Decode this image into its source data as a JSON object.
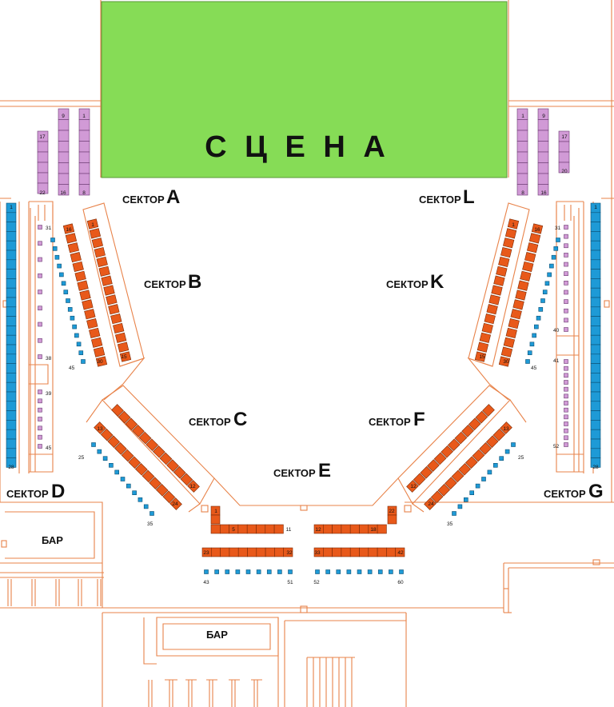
{
  "stage": {
    "label": "С Ц Е Н А",
    "color": "#86dc56"
  },
  "sectors": {
    "A": {
      "word": "СЕКТОР",
      "letter": "A"
    },
    "B": {
      "word": "СЕКТОР",
      "letter": "B"
    },
    "C": {
      "word": "СЕКТОР",
      "letter": "C"
    },
    "D": {
      "word": "СЕКТОР",
      "letter": "D"
    },
    "E": {
      "word": "СЕКТОР",
      "letter": "E"
    },
    "F": {
      "word": "СЕКТОР",
      "letter": "F"
    },
    "G": {
      "word": "СЕКТОР",
      "letter": "G"
    },
    "K": {
      "word": "СЕКТОР",
      "letter": "K"
    },
    "L": {
      "word": "СЕКТОР",
      "letter": "L"
    }
  },
  "bars": {
    "left": "БАР",
    "bottom": "БАР"
  },
  "seat_labels": {
    "a_col1_top": "17",
    "a_col1_bot": "22",
    "a_col2_top": "9",
    "a_col2_bot": "16",
    "a_col3_top": "1",
    "a_col3_bot": "8",
    "l_col1_top": "1",
    "l_col1_bot": "8",
    "l_col2_top": "9",
    "l_col2_bot": "16",
    "l_col3_top": "17",
    "l_col3_bot": "20",
    "d_blue_top": "1",
    "d_blue_bot": "28",
    "g_blue_top": "1",
    "g_blue_bot": "28",
    "d_p_31": "31",
    "d_p_38": "38",
    "d_p_39": "39",
    "d_p_45": "45",
    "g_p_31": "31",
    "g_p_40": "40",
    "g_p_41": "41",
    "g_p_52": "52",
    "b_r1_top": "1",
    "b_r1_bot": "15",
    "b_r2_top": "16",
    "b_r2_bot": "30",
    "b_dots_end": "45",
    "k_r1_top": "1",
    "k_r1_bot": "15",
    "k_r2_top": "16",
    "k_r2_bot": "30",
    "k_dots_end": "45",
    "c_r1_bot": "12",
    "c_r2_top": "13",
    "c_r2_bot": "24",
    "c_dots_start": "25",
    "c_dots_end": "35",
    "f_r1_bot": "12",
    "f_r2_top": "13",
    "f_r2_bot": "24",
    "f_dots_start": "25",
    "f_dots_end": "35",
    "e_1": "1",
    "e_5": "5",
    "e_11": "11",
    "e_12": "12",
    "e_18": "18",
    "e_22": "22",
    "e_23": "23",
    "e_32": "32",
    "e_33": "33",
    "e_42": "42",
    "e_43": "43",
    "e_51": "51",
    "e_52": "52",
    "e_60": "60"
  }
}
